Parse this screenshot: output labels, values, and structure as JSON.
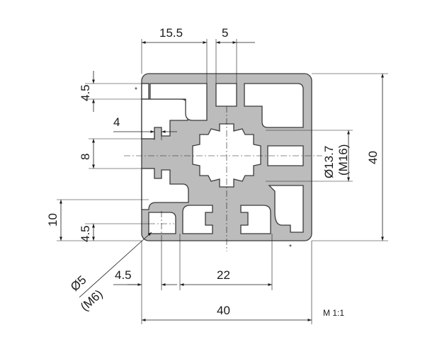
{
  "drawing": {
    "top_dims": {
      "left": "15.5",
      "right": "5"
    },
    "left_dims": {
      "top_slot": "4.5",
      "lip": "4",
      "slot": "8",
      "bottom_outer": "10",
      "bottom_inner": "4.5"
    },
    "right_dims": {
      "bore": "Ø13.7",
      "bore_thread": "(M16)",
      "height": "40"
    },
    "bottom_dims": {
      "small_hole": "Ø5",
      "small_hole_thread": "(M6)",
      "offset": "4.5",
      "slot_span": "22",
      "width": "40"
    },
    "scale": "M 1:1",
    "marker": "*"
  }
}
